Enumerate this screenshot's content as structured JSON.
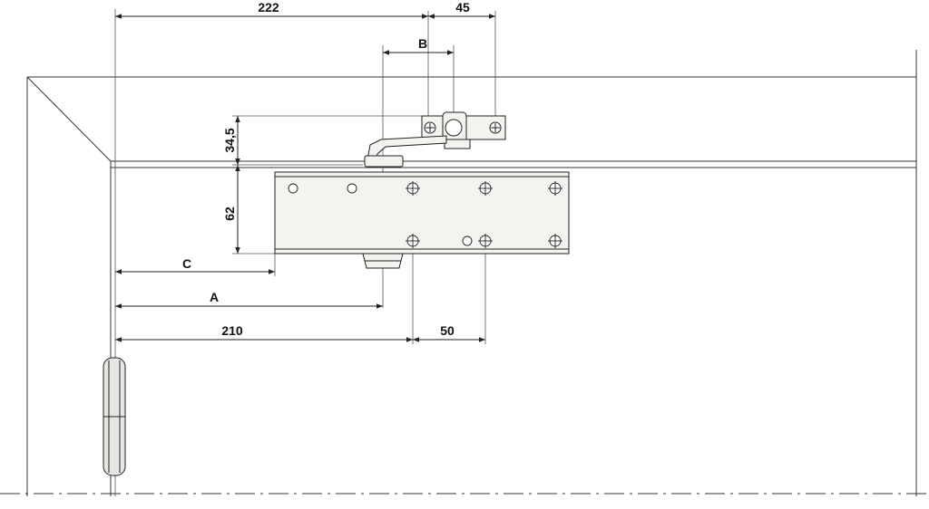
{
  "drawing": {
    "dimensions": {
      "top_left": "222",
      "top_right": "45",
      "arm_b": "B",
      "height_upper": "34,5",
      "height_body": "62",
      "offset_c": "C",
      "offset_a": "A",
      "bottom_left": "210",
      "bottom_right": "50"
    }
  },
  "colors": {
    "line": "#222222",
    "thin_line": "#555555",
    "body_fill": "#f5f3ef",
    "hinge_fill": "#e8e6e2"
  }
}
